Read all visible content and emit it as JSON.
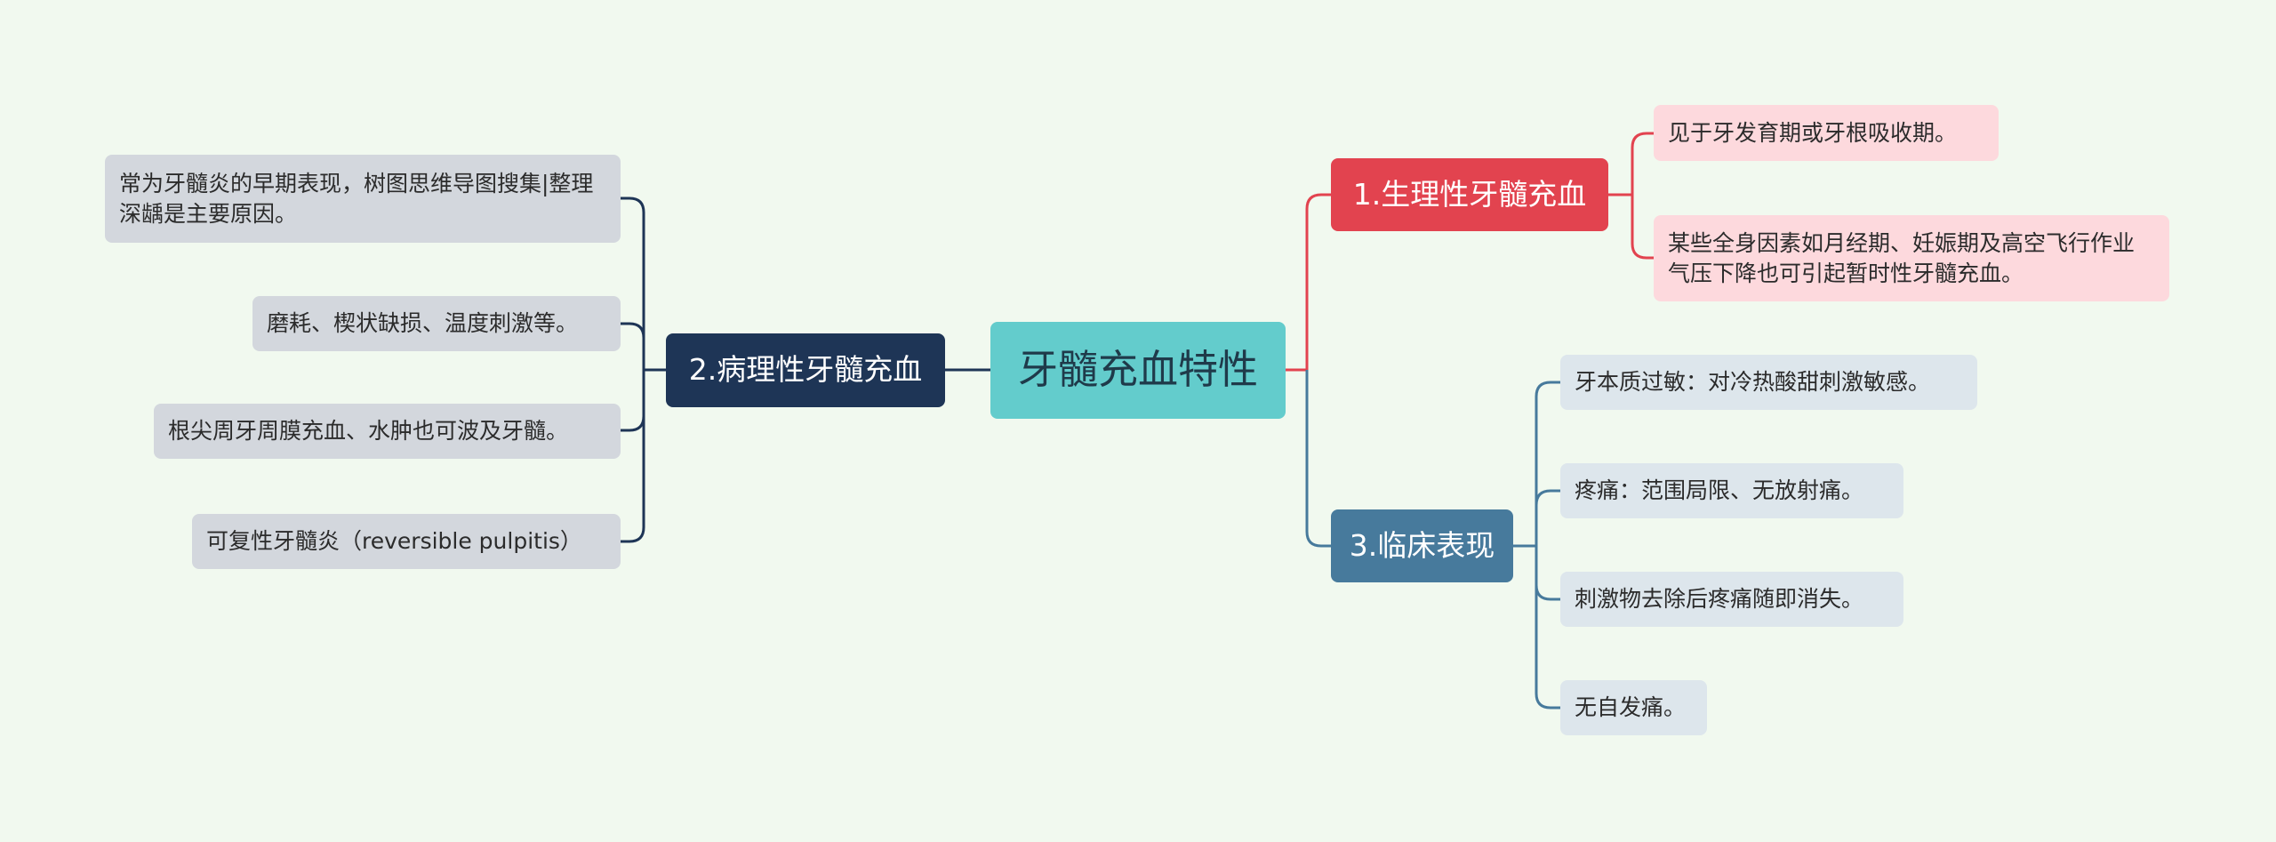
{
  "colors": {
    "background": "#f1f9ef",
    "center": "#63cccc",
    "branch_1": "#e2434f",
    "branch_2": "#1e3556",
    "branch_3": "#477a9c",
    "leaf_gray": "#d3d7dd",
    "leaf_pink": "#fdd9dd",
    "leaf_blue": "#dde6ec"
  },
  "center": {
    "label": "牙髓充血特性"
  },
  "branches": {
    "physiological": {
      "label": "1.生理性牙髓充血",
      "leaves": [
        "见于牙发育期或牙根吸收期。",
        "某些全身因素如月经期、妊娠期及高空飞行作业气压下降也可引起暂时性牙髓充血。"
      ]
    },
    "pathological": {
      "label": "2.病理性牙髓充血",
      "leaves": [
        "常为牙髓炎的早期表现，树图思维导图搜集|整理深龋是主要原因。",
        "磨耗、楔状缺损、温度刺激等。",
        "根尖周牙周膜充血、水肿也可波及牙髓。",
        "可复性牙髓炎（reversible pulpitis）"
      ]
    },
    "clinical": {
      "label": "3.临床表现",
      "leaves": [
        "牙本质过敏：对冷热酸甜刺激敏感。",
        "疼痛：范围局限、无放射痛。",
        "刺激物去除后疼痛随即消失。",
        "无自发痛。"
      ]
    }
  }
}
